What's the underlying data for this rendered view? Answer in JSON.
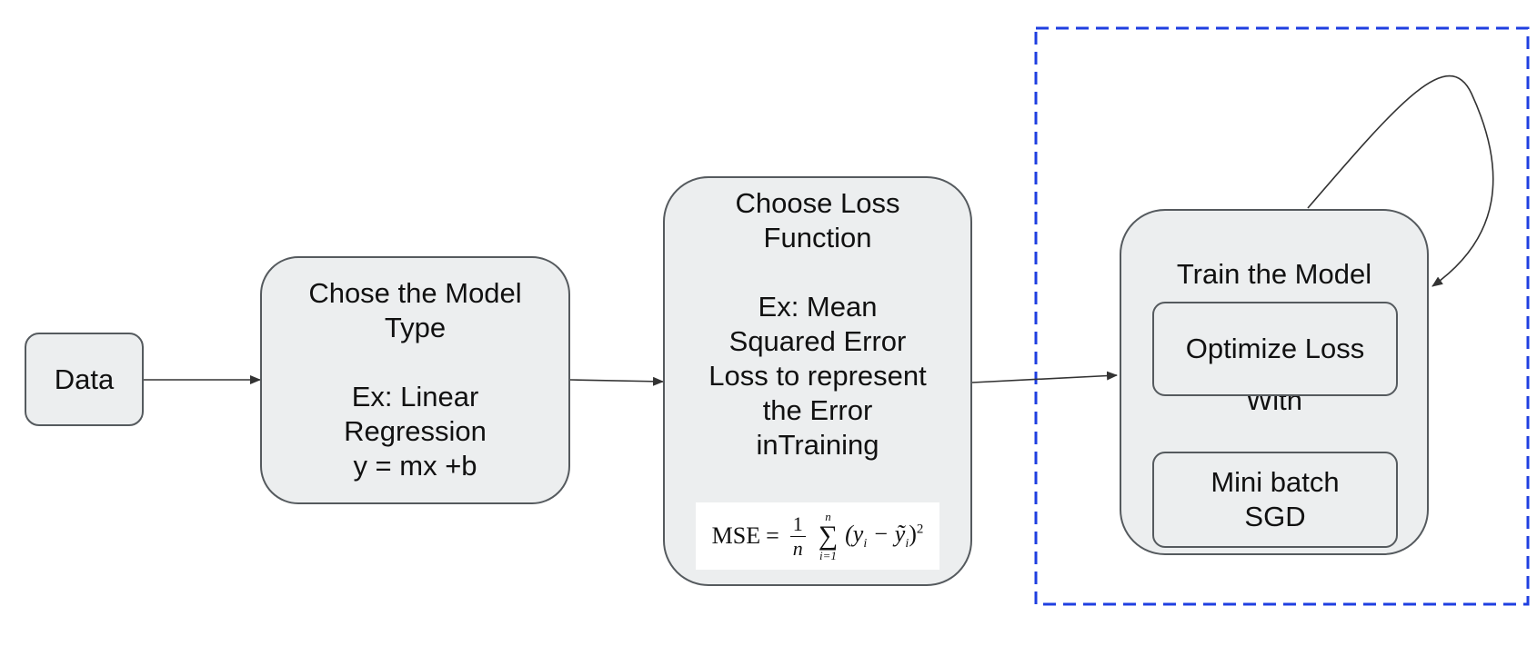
{
  "boxes": {
    "data": {
      "label": "Data"
    },
    "model": {
      "lines": [
        "Chose the Model",
        "Type",
        "",
        "Ex: Linear",
        "Regression",
        "y = mx +b"
      ]
    },
    "loss": {
      "lines": [
        "Choose Loss",
        "Function",
        "",
        "Ex: Mean",
        "Squared Error",
        "Loss to represent",
        "the Error",
        "inTraining"
      ]
    },
    "train": {
      "title": "Train the Model",
      "optimize": "Optimize Loss",
      "with": "With",
      "sgd_lines": [
        "Mini batch",
        "SGD"
      ]
    }
  },
  "formula": {
    "lhs": "MSE",
    "equals": "=",
    "numerator": "1",
    "denominator": "n",
    "sum_top": "n",
    "sum_symbol": "∑",
    "sum_bottom": "i=1",
    "term": "(y",
    "sub1": "i",
    "minus": " − ỹ",
    "sub2": "i",
    "close": ")",
    "power": "2"
  },
  "colors": {
    "box_fill": "#eceeef",
    "box_border": "#555a5e",
    "arrow": "#333333",
    "dashed_region": "#1f3fe0"
  }
}
